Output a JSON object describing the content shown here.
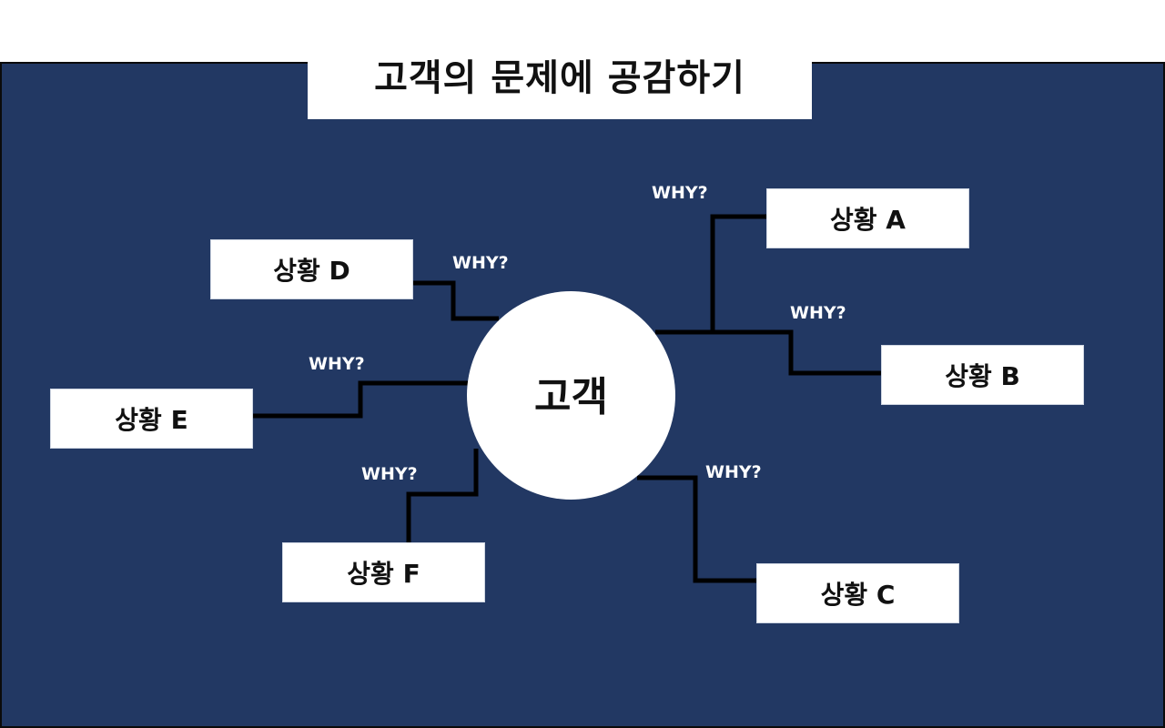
{
  "title": "고객의 문제에 공감하기",
  "center": {
    "label": "고객"
  },
  "situations": {
    "a": "상황 A",
    "b": "상황 B",
    "c": "상황 C",
    "d": "상황 D",
    "e": "상황 E",
    "f": "상황 F"
  },
  "why_labels": {
    "a": "WHY?",
    "b": "WHY?",
    "c": "WHY?",
    "d": "WHY?",
    "e": "WHY?",
    "f": "WHY?"
  },
  "colors": {
    "board_background": "#223863",
    "box_fill": "#ffffff",
    "connector": "#000000",
    "why_text": "#ffffff"
  }
}
